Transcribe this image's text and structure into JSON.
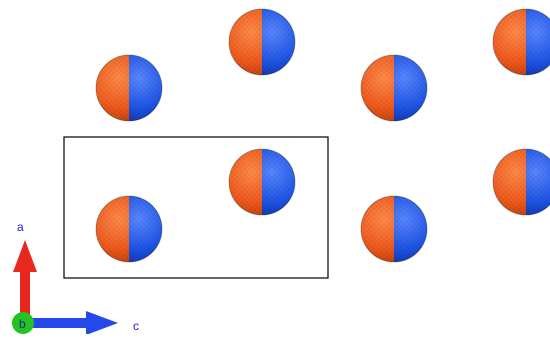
{
  "viewer": {
    "axes": {
      "a_label": "a",
      "b_label": "b",
      "c_label": "c",
      "colors": {
        "a": "#e8281e",
        "b": "#22c322",
        "c": "#2448ea"
      }
    },
    "atom_colors": {
      "left": "#f05a1c",
      "right": "#1e55e6"
    },
    "unit_cell_color": "#000000"
  }
}
